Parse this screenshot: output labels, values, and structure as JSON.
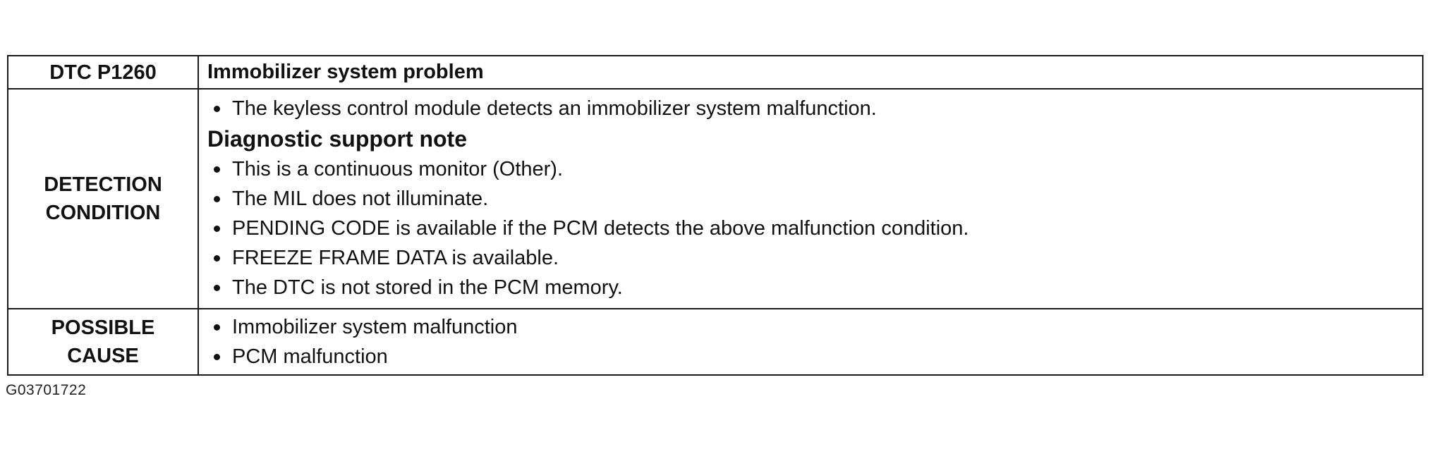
{
  "table": {
    "header": {
      "code": "DTC P1260",
      "title": "Immobilizer system problem"
    },
    "detection": {
      "label_line1": "DETECTION",
      "label_line2": "CONDITION",
      "first_items": [
        "The keyless control module detects an immobilizer system malfunction."
      ],
      "subheading": "Diagnostic support note",
      "note_items": [
        "This is a continuous monitor (Other).",
        "The MIL does not illuminate.",
        "PENDING CODE is available if the PCM detects the above malfunction condition.",
        "FREEZE FRAME DATA is available.",
        "The DTC is not stored in the PCM memory."
      ]
    },
    "possible_cause": {
      "label_line1": "POSSIBLE",
      "label_line2": "CAUSE",
      "items": [
        "Immobilizer system malfunction",
        "PCM malfunction"
      ]
    }
  },
  "figure_code": "G03701722"
}
